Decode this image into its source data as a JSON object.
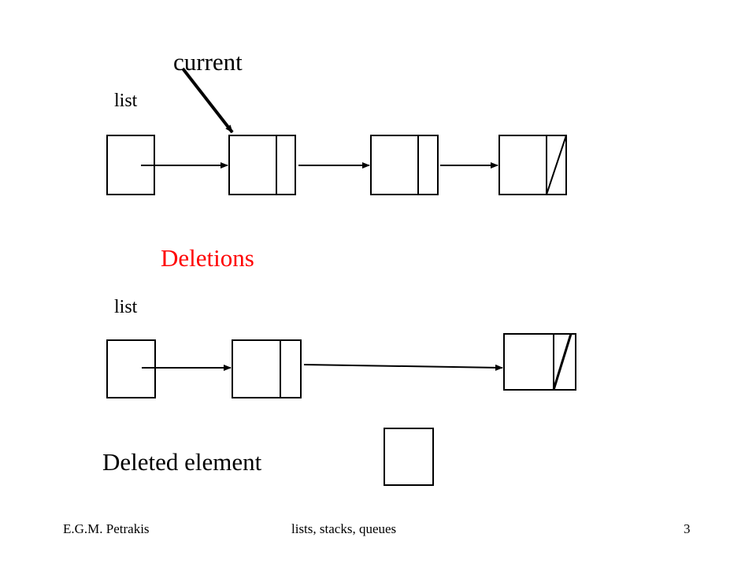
{
  "labels": {
    "current": "current",
    "list_top": "list",
    "deletions": "Deletions",
    "list_bottom": "list",
    "deleted_element": "Deleted element"
  },
  "footer": {
    "author": "E.G.M. Petrakis",
    "topic": "lists, stacks, queues",
    "page": "3"
  },
  "colors": {
    "deletions_title": "#ff0000",
    "text": "#000000",
    "lines": "#000000"
  }
}
